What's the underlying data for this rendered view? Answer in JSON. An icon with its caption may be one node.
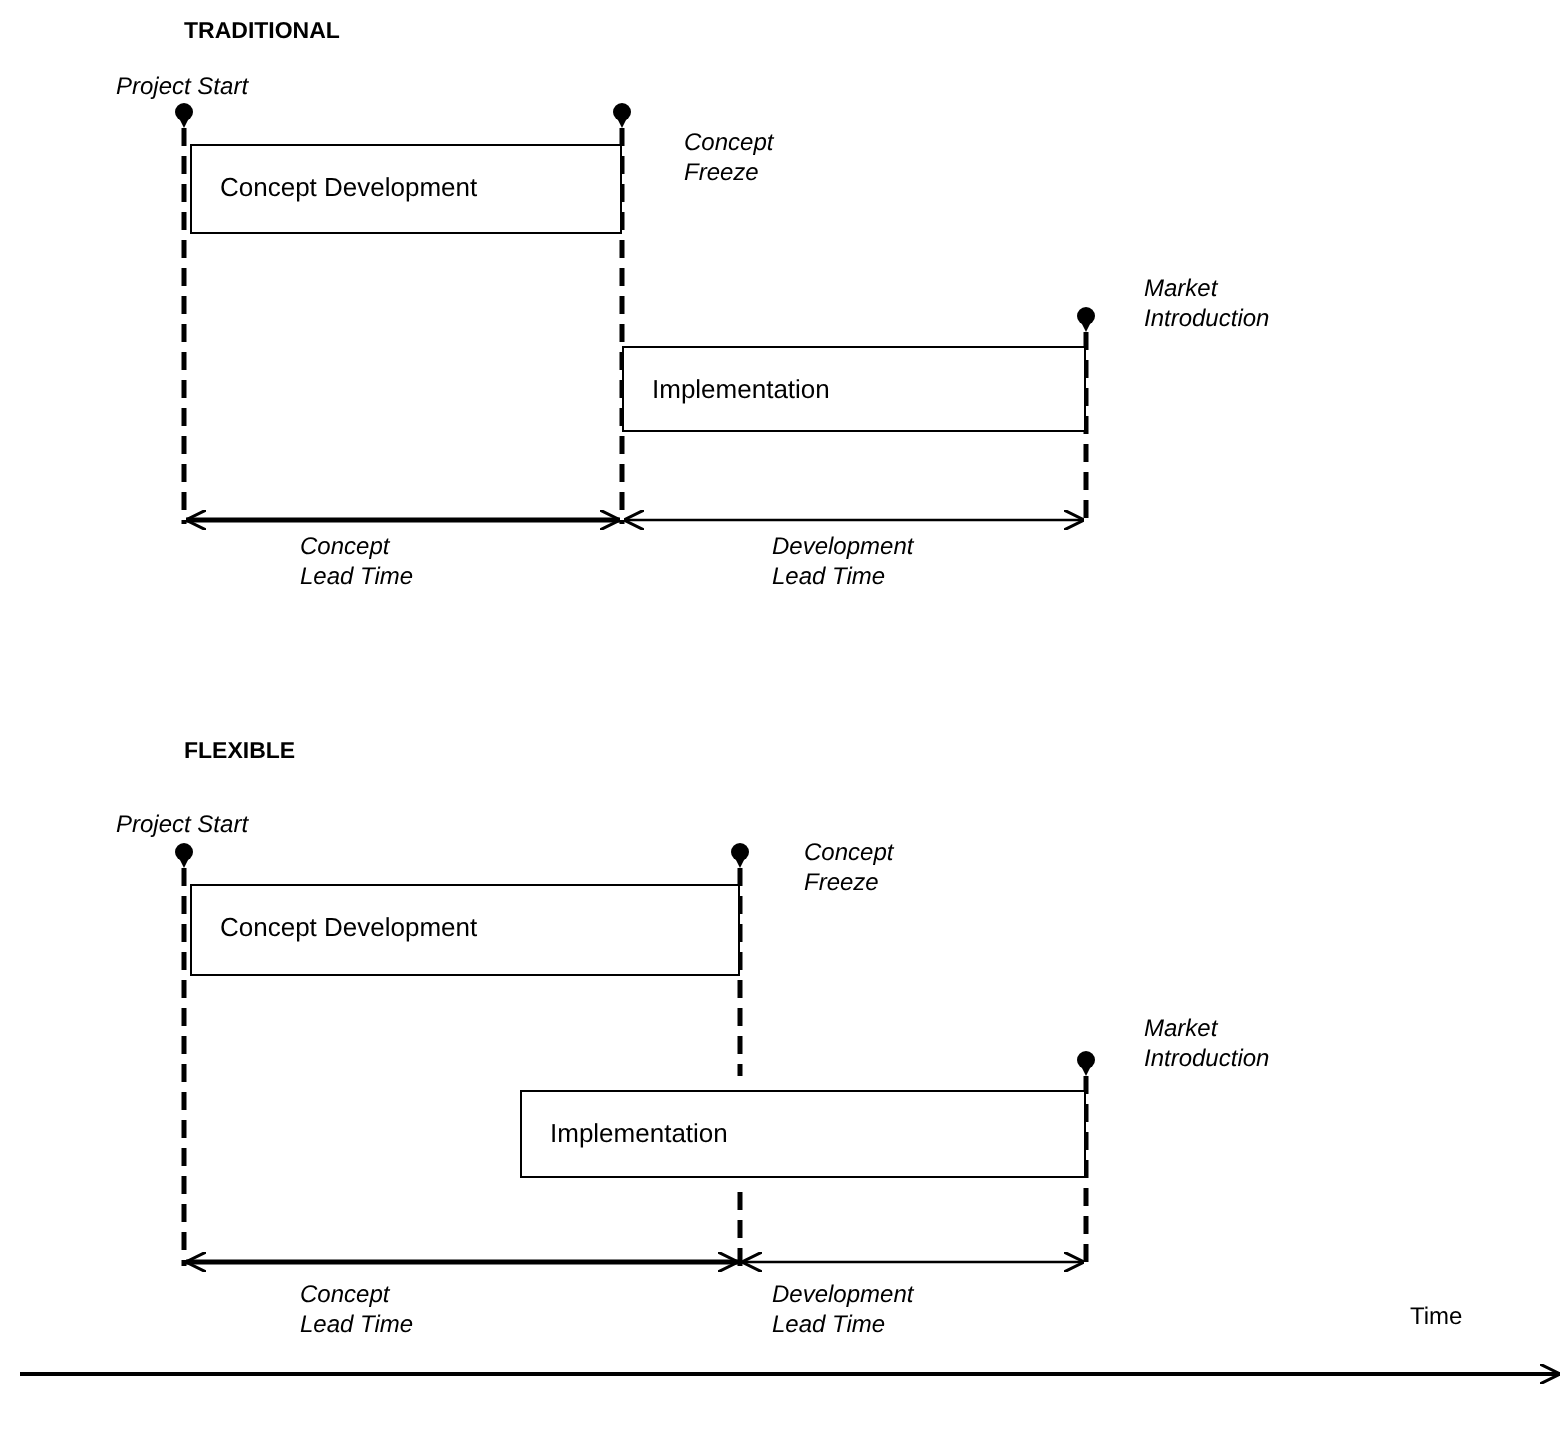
{
  "diagram": {
    "nodes": [
      {
        "text": [
          "Concept Development"
        ]
      },
      {
        "text": [
          "Implementation"
        ]
      },
      {
        "text": [
          "Concept Development"
        ]
      },
      {
        "text": [
          "Implementation"
        ]
      }
    ],
    "labels": [
      "TRADITIONAL",
      "Project Start",
      "Concept Freeze",
      "Market Introduction",
      "Concept Lead Time",
      "Development Lead Time",
      "FLEXIBLE",
      "Project Start",
      "Concept Freeze",
      "Market Introduction",
      "Concept Lead Time",
      "Development Lead Time",
      "Time"
    ]
  }
}
